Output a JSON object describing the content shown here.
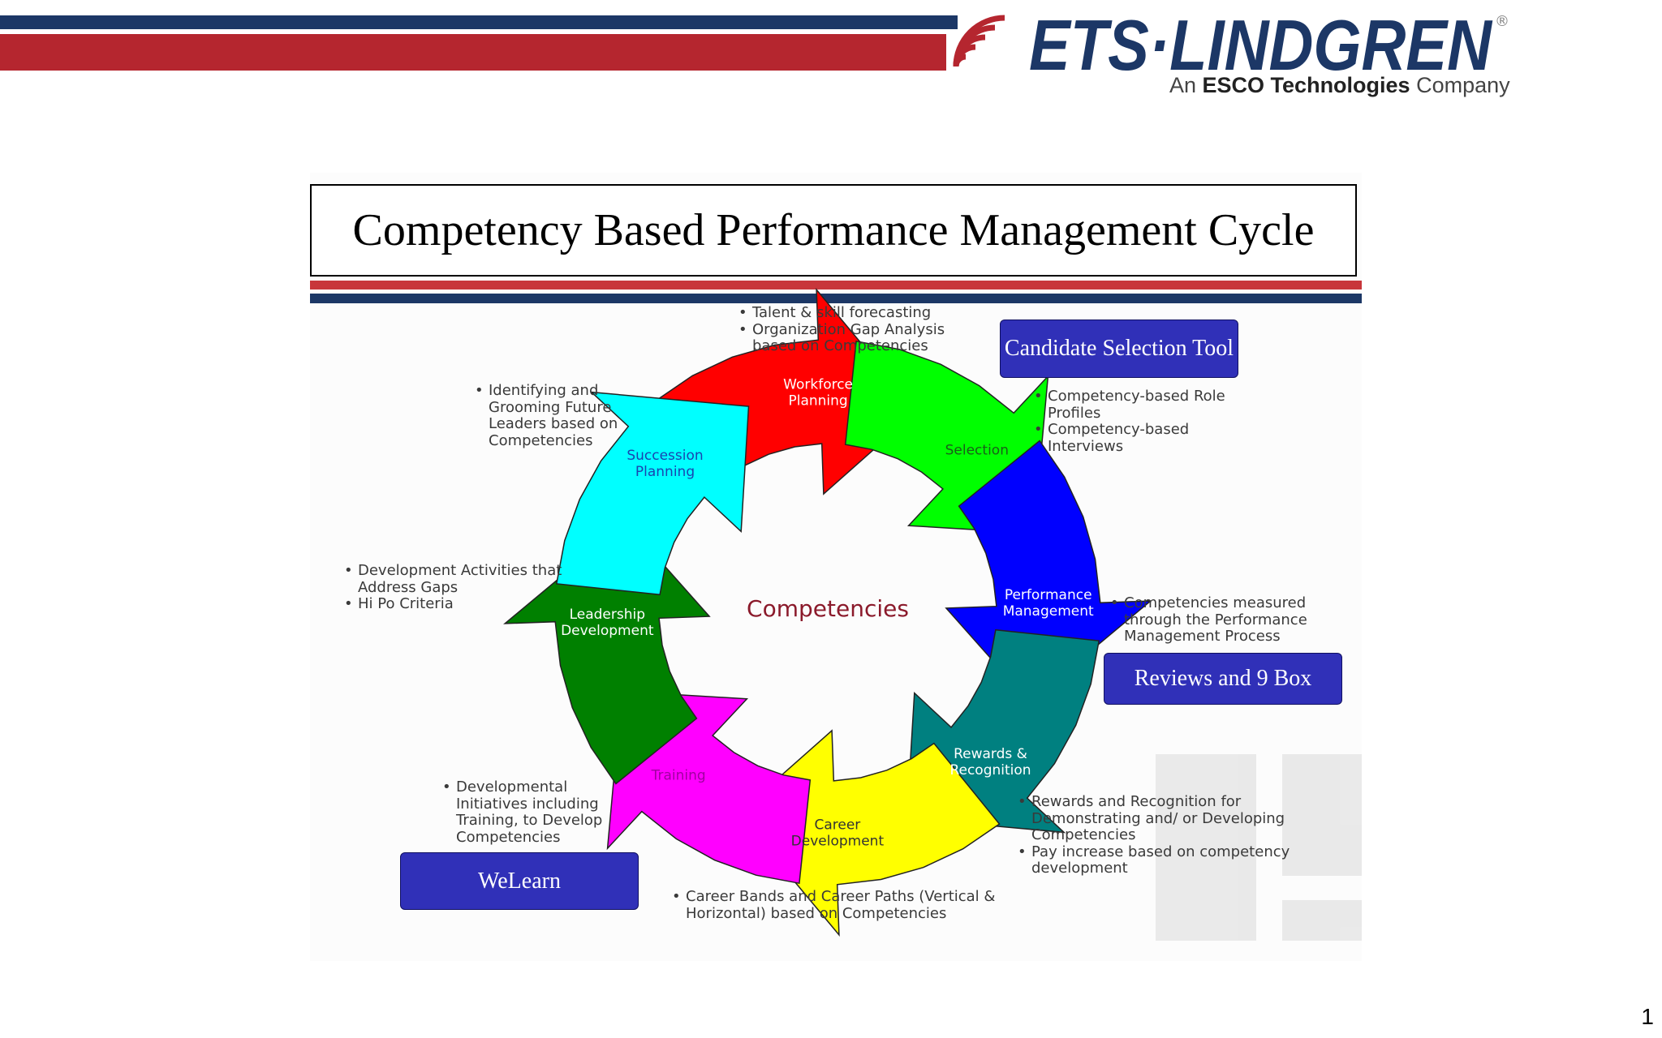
{
  "header": {
    "brand": "ETS·LINDGREN",
    "registered": "®",
    "tagline_prefix": "An ",
    "tagline_bold": "ESCO Technologies",
    "tagline_suffix": " Company",
    "colors": {
      "navy": "#1c3766",
      "red": "#b5262f"
    }
  },
  "slide": {
    "title": "Competency Based Performance Management Cycle",
    "page_number": "1"
  },
  "diagram": {
    "center_label": "Competencies",
    "segments": [
      {
        "label_lines": [
          "Workforce",
          "Planning"
        ],
        "color": "#ff0000"
      },
      {
        "label_lines": [
          "Selection"
        ],
        "color": "#00ff00"
      },
      {
        "label_lines": [
          "Performance",
          "Management"
        ],
        "color": "#0000ff"
      },
      {
        "label_lines": [
          "Rewards &",
          "Recognition"
        ],
        "color": "#008080"
      },
      {
        "label_lines": [
          "Career",
          "Development"
        ],
        "color": "#ffff00"
      },
      {
        "label_lines": [
          "Training"
        ],
        "color": "#ff00ff"
      },
      {
        "label_lines": [
          "Leadership",
          "Development"
        ],
        "color": "#008000"
      },
      {
        "label_lines": [
          "Succession",
          "Planning"
        ],
        "color": "#00ffff"
      }
    ],
    "notes": {
      "workforce": [
        "Talent & skill forecasting",
        "Organization Gap Analysis based on Competencies"
      ],
      "selection": [
        "Competency-based Role Profiles",
        "Competency-based Interviews"
      ],
      "performance": [
        "Competencies measured through the Performance Management Process"
      ],
      "rewards": [
        "Rewards and Recognition for Demonstrating and/ or Developing Competencies",
        "Pay increase based on competency development"
      ],
      "career": [
        "Career Bands and Career Paths (Vertical & Horizontal) based on Competencies"
      ],
      "training": [
        "Developmental Initiatives including Training, to Develop Competencies"
      ],
      "leadership": [
        "Development Activities that Address Gaps",
        "Hi Po Criteria"
      ],
      "succession": [
        "Identifying and Grooming Future Leaders based on Competencies"
      ]
    }
  },
  "buttons": {
    "candidate": "Candidate Selection Tool",
    "reviews": "Reviews and 9 Box",
    "welearn": "WeLearn"
  }
}
